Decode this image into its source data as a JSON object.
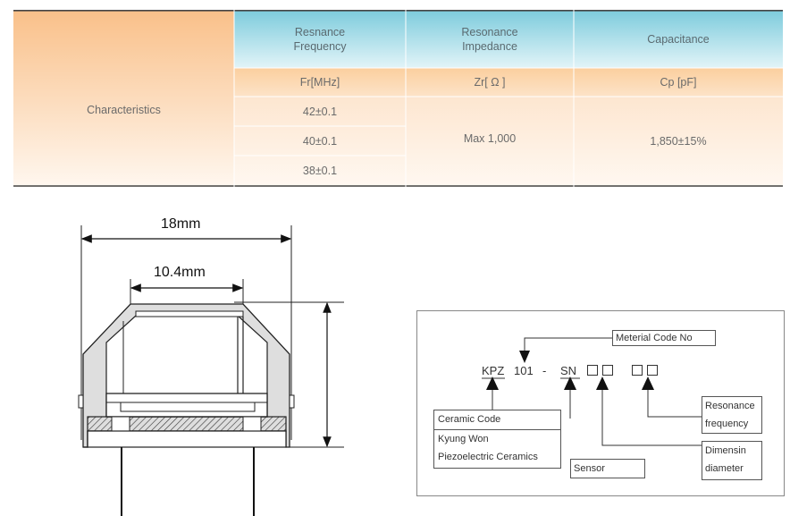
{
  "table": {
    "row_header": "Characteristics",
    "headers": [
      "Resnance\nFrequency",
      "Resonance\nImpedance",
      "Capacitance"
    ],
    "units": [
      "Fr[MHz]",
      "Zr[ Ω ]",
      "Cp  [pF]"
    ],
    "frequencies": [
      "42±0.1",
      "40±0.1",
      "38±0.1"
    ],
    "impedance": "Max  1,000",
    "capacitance": "1,850±15%"
  },
  "dimensions": {
    "outer_width": "18mm",
    "inner_width": "10.4mm"
  },
  "code": {
    "material_label": "Meterial Code No",
    "prefix": "KPZ",
    "number": "101",
    "dash": "-",
    "sensor_code": "SN",
    "ceramic_code_label": "Ceramic Code",
    "maker_line1": "Kyung Won",
    "maker_line2": "Piezoelectric Ceramics",
    "sensor_label": "Sensor",
    "resonance_label_1": "Resonance",
    "resonance_label_2": "frequency",
    "dimension_label_1": "Dimensin",
    "dimension_label_2": "diameter"
  },
  "colors": {
    "header_orange": "#f9c99a",
    "header_blue": "#9ed7e4",
    "unit_orange": "#fbd3ad",
    "body_orange": "#fde7d4",
    "border": "#444444"
  }
}
